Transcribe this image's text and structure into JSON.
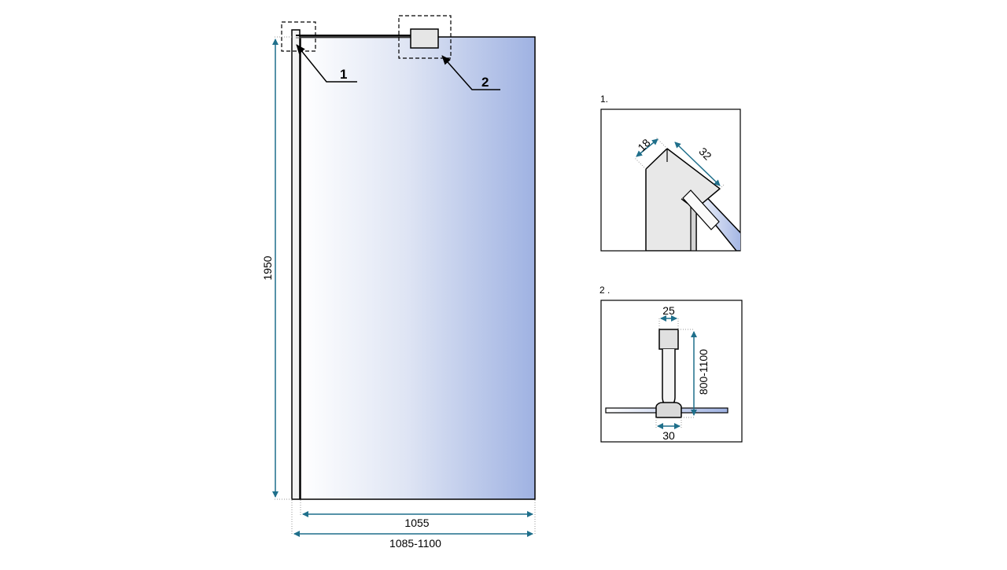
{
  "colors": {
    "dimension": "#1f6f8b",
    "outline": "#000000",
    "glass_light": "#ffffff",
    "glass_dark": "#9fb2e2",
    "profile_fill": "#e8e8e8",
    "bracket_fill": "#e0e0e0"
  },
  "main_view": {
    "callouts": [
      {
        "label": "1"
      },
      {
        "label": "2"
      }
    ],
    "dimensions": {
      "height": "1950",
      "glass_width": "1055",
      "total_width": "1085-1100"
    }
  },
  "details": [
    {
      "title": "1.",
      "dimensions": {
        "profile_depth": "18",
        "profile_width": "32"
      }
    },
    {
      "title": "2 .",
      "dimensions": {
        "bar_diameter": "25",
        "bar_length": "800-1100",
        "clamp_width": "30"
      }
    }
  ]
}
